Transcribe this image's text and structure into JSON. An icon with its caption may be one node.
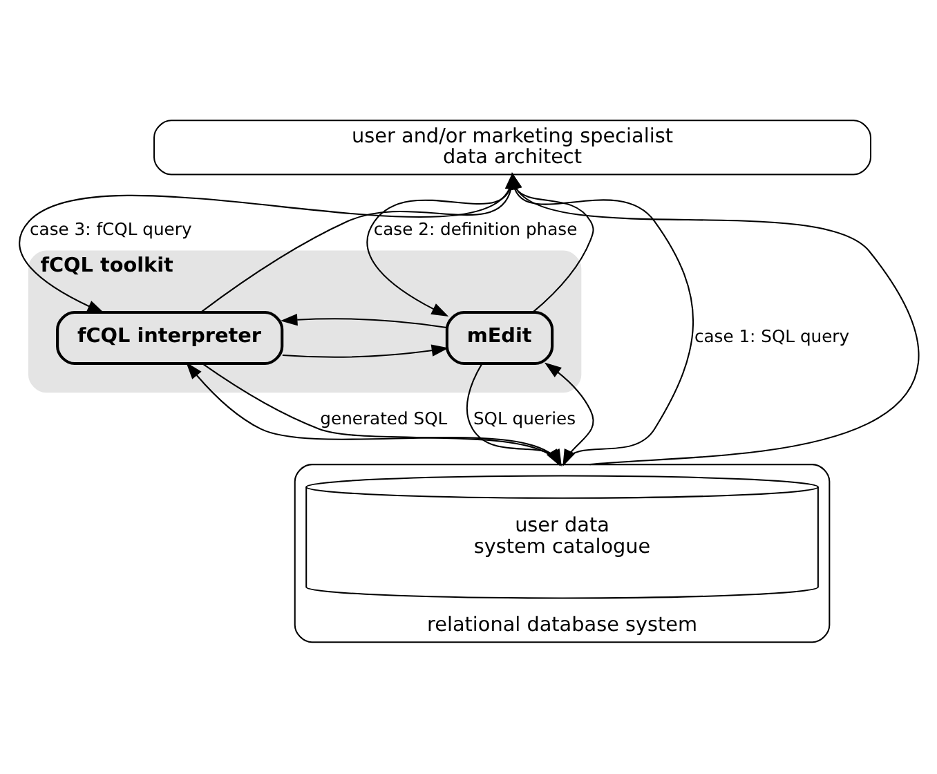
{
  "diagram": {
    "nodes": [
      {
        "text": [
          "user and/or marketing specialist",
          "data architect"
        ]
      },
      {
        "text": [
          "fCQL toolkit"
        ]
      },
      {
        "text": [
          "fCQL interpreter"
        ],
        "in": 1
      },
      {
        "text": [
          "mEdit"
        ],
        "in": 1
      },
      {
        "text": [
          "relational database system"
        ]
      },
      {
        "text": [
          "user data",
          "system catalogue"
        ],
        "in": 4
      }
    ],
    "edges": [
      {
        "from": 0,
        "to": 4,
        "arrow": "to",
        "label": "case 1: SQL query"
      },
      {
        "from": 4,
        "to": 0,
        "arrow": "to"
      },
      {
        "from": 0,
        "to": 2,
        "arrow": "to",
        "label": "case 3: fCQL query"
      },
      {
        "from": 2,
        "to": 0,
        "arrow": "to"
      },
      {
        "from": 2,
        "to": 4,
        "arrow": "to",
        "label": "generated SQL"
      },
      {
        "from": 4,
        "to": 2,
        "arrow": "to"
      },
      {
        "from": 2,
        "to": 3,
        "arrow": "to"
      },
      {
        "from": 3,
        "to": 2,
        "arrow": "to"
      },
      {
        "from": 0,
        "to": 3,
        "arrow": "to",
        "label": "case 2: definition phase"
      },
      {
        "from": 3,
        "to": 0,
        "arrow": "to"
      },
      {
        "from": 3,
        "to": 4,
        "arrow": "to",
        "label": "SQL queries"
      },
      {
        "from": 4,
        "to": 3,
        "arrow": "to"
      }
    ]
  }
}
